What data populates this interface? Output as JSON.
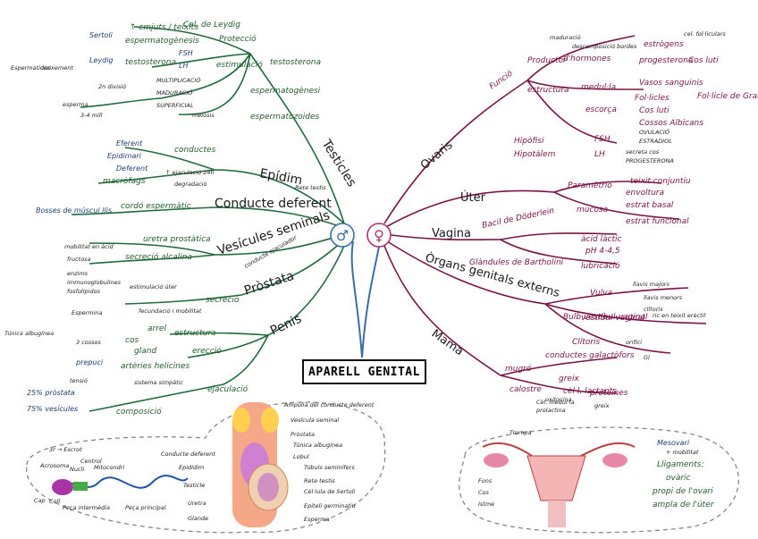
{
  "title": "APARELL GENITAL",
  "male": {
    "symbol": "♂",
    "testicles": {
      "label": "Testicles",
      "items": [
        "Sertoli",
        "espermatogènesis",
        "Leydig",
        "testosterona",
        "FSH",
        "LH",
        "Protecció",
        "Cel. de Leydig",
        "↑ cmjuts / teixits",
        "estimulació",
        "testosterona",
        "espermatogènesi",
        "espermatozoides",
        "2n divisió",
        "MULTIPLICACIÓ",
        "MADURACIÓ",
        "SUPERFICIAL",
        "meiosis",
        "Espermatides",
        "esperma",
        "creixement",
        "3-4 mill"
      ]
    },
    "epididim": {
      "label": "Epídim",
      "items": [
        "Eferent",
        "Epidimari",
        "Deferent",
        "conductes",
        "macròfags",
        "↑ ejaculació 24h",
        "degradació",
        "Rete testis"
      ]
    },
    "conducte": {
      "label": "Conducte deferent",
      "items": [
        "cordó espermàtic",
        "Bosses de múscul llis"
      ]
    },
    "vesicules": {
      "label": "Vesícules seminals",
      "items": [
        "mobilitat en àcid",
        "fructosa",
        "uretra prostàtica",
        "secreció alcalina",
        "conducte ejaculador"
      ]
    },
    "prostata": {
      "label": "Pròstata",
      "items": [
        "enzims",
        "immunoglobulines",
        "fosfolípidos",
        "estimulació úter",
        "secreció",
        "Espermina",
        "fecundació i mobilitat"
      ]
    },
    "penis": {
      "label": "Penis",
      "items": [
        "Túnica albugínea",
        "3 cossos",
        "cos",
        "gland",
        "prepuci",
        "estructura",
        "erecció",
        "artèries helicines",
        "tensió",
        "sistema simpàtic",
        "ejaculació",
        "25% pròstata",
        "75% vesícules",
        "composició",
        "arrel"
      ]
    }
  },
  "female": {
    "symbol": "♀",
    "ovaris": {
      "label": "Ovaris",
      "items": [
        "Funció",
        "Productor",
        "d'hormones",
        "estrògens",
        "progesterona",
        "Cos luti",
        "estructura",
        "medul·la",
        "Vasos sanguinis",
        "escorça",
        "Fol·licles",
        "Cos luti",
        "Cossos Albicans",
        "Fol·licle de Graaf",
        "Hipòfisi",
        "Hipotàlem",
        "FSH",
        "LH",
        "OVULACIÓ",
        "ESTRADIOL",
        "secreta cos",
        "PROGESTERONA",
        "maduració",
        "descomposició bordes",
        "cel. fol·liculars"
      ]
    },
    "uter": {
      "label": "Úter",
      "items": [
        "Paramètrio",
        "teixit conjuntiu",
        "envoltura",
        "mucosa",
        "estrat basal",
        "estrat funcional"
      ]
    },
    "vagina": {
      "label": "Vagina",
      "items": [
        "Bacil de Döderlein",
        "àcid làctic",
        "pH 4-4,5",
        "Glàndules de Bartholini",
        "lubricació"
      ]
    },
    "organs": {
      "label": "Òrgans genitals externs",
      "items": [
        "Vulva",
        "vestíbul vaginal",
        "llavis majors",
        "llavis menors",
        "clítoris",
        "Bulb vestíbul-vaginal",
        "Clítoris",
        "orifici",
        "ric en teixit erèctil",
        "Gl"
      ]
    },
    "mama": {
      "label": "Mama",
      "items": [
        "mugró",
        "conductes galactòfors",
        "calostre",
        "greix",
        "cèl·l. lactants",
        "proteïnes",
        "prolactina",
        "oxitocina",
        "Cèl. medul·la",
        "greix"
      ]
    }
  },
  "male_illustration": {
    "labels": [
      "3r → Escrot",
      "Acrosoma",
      "Nucli",
      "Centrol",
      "Mitocondri",
      "Peça intermèdia",
      "Peça principal",
      "Cap",
      "Coll",
      "Conducte deferent",
      "Epidídim",
      "Testicle",
      "Uretra",
      "Glande",
      "Ampolla del conducte deferent",
      "Vesícula seminal",
      "Pròstata",
      "Túnica albugínea",
      "Lobul",
      "Túbuls seminífers",
      "Rete testis",
      "Cèl·lula de Sertoli",
      "Epiteli germinatiu",
      "Esperma"
    ]
  },
  "female_illustration": {
    "labels": [
      "Trompa",
      "Mesovari",
      "+ mobilitat",
      "Lligaments:",
      "ovàric",
      "propi de l'ovari",
      "ampla de l'úter",
      "Fons",
      "Cos",
      "Istme"
    ]
  }
}
